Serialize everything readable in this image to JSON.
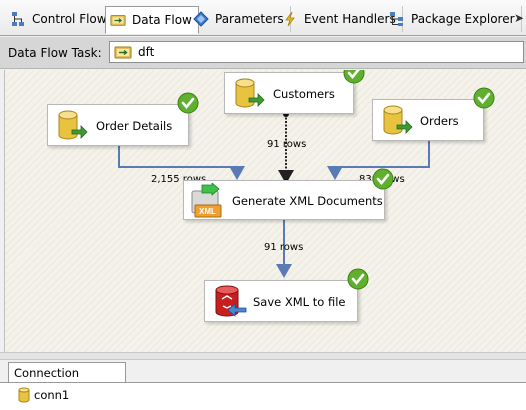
{
  "tabs": [
    {
      "label": "Control Flow",
      "icon": "control-flow-icon",
      "active": false
    },
    {
      "label": "Data Flow",
      "icon": "data-flow-icon",
      "active": true
    },
    {
      "label": "Parameters",
      "icon": "parameters-icon",
      "active": false
    },
    {
      "label": "Event Handlers",
      "icon": "event-handlers-icon",
      "active": false
    },
    {
      "label": "Package Explorer",
      "icon": "package-explorer-icon",
      "active": false
    }
  ],
  "taskbar": {
    "label": "Data Flow Task:",
    "value": "dft"
  },
  "components": {
    "customers": {
      "label": "Customers",
      "icon": "database-source-icon",
      "status": "success"
    },
    "order_details": {
      "label": "Order Details",
      "icon": "database-source-icon",
      "status": "success"
    },
    "orders": {
      "label": "Orders",
      "icon": "database-source-icon",
      "status": "success"
    },
    "generate_xml": {
      "label": "Generate XML Documents",
      "icon": "xml-transform-icon",
      "status": "success"
    },
    "save_xml": {
      "label": "Save XML to file",
      "icon": "file-destination-icon",
      "status": "success"
    }
  },
  "flows": {
    "order_details_rows": "2,155 rows",
    "customers_rows": "91 rows",
    "orders_rows": "830 rows",
    "output_rows": "91 rows"
  },
  "bottom": {
    "tab_label": "Connection Managers",
    "connections": [
      {
        "label": "conn1",
        "icon": "connection-cylinder-icon"
      }
    ]
  },
  "colors": {
    "flow_arrow": "#5a7ab5",
    "success_check": "#5fb02d",
    "cylinder": "#e8c340",
    "canvas": "#f4f2ea"
  }
}
